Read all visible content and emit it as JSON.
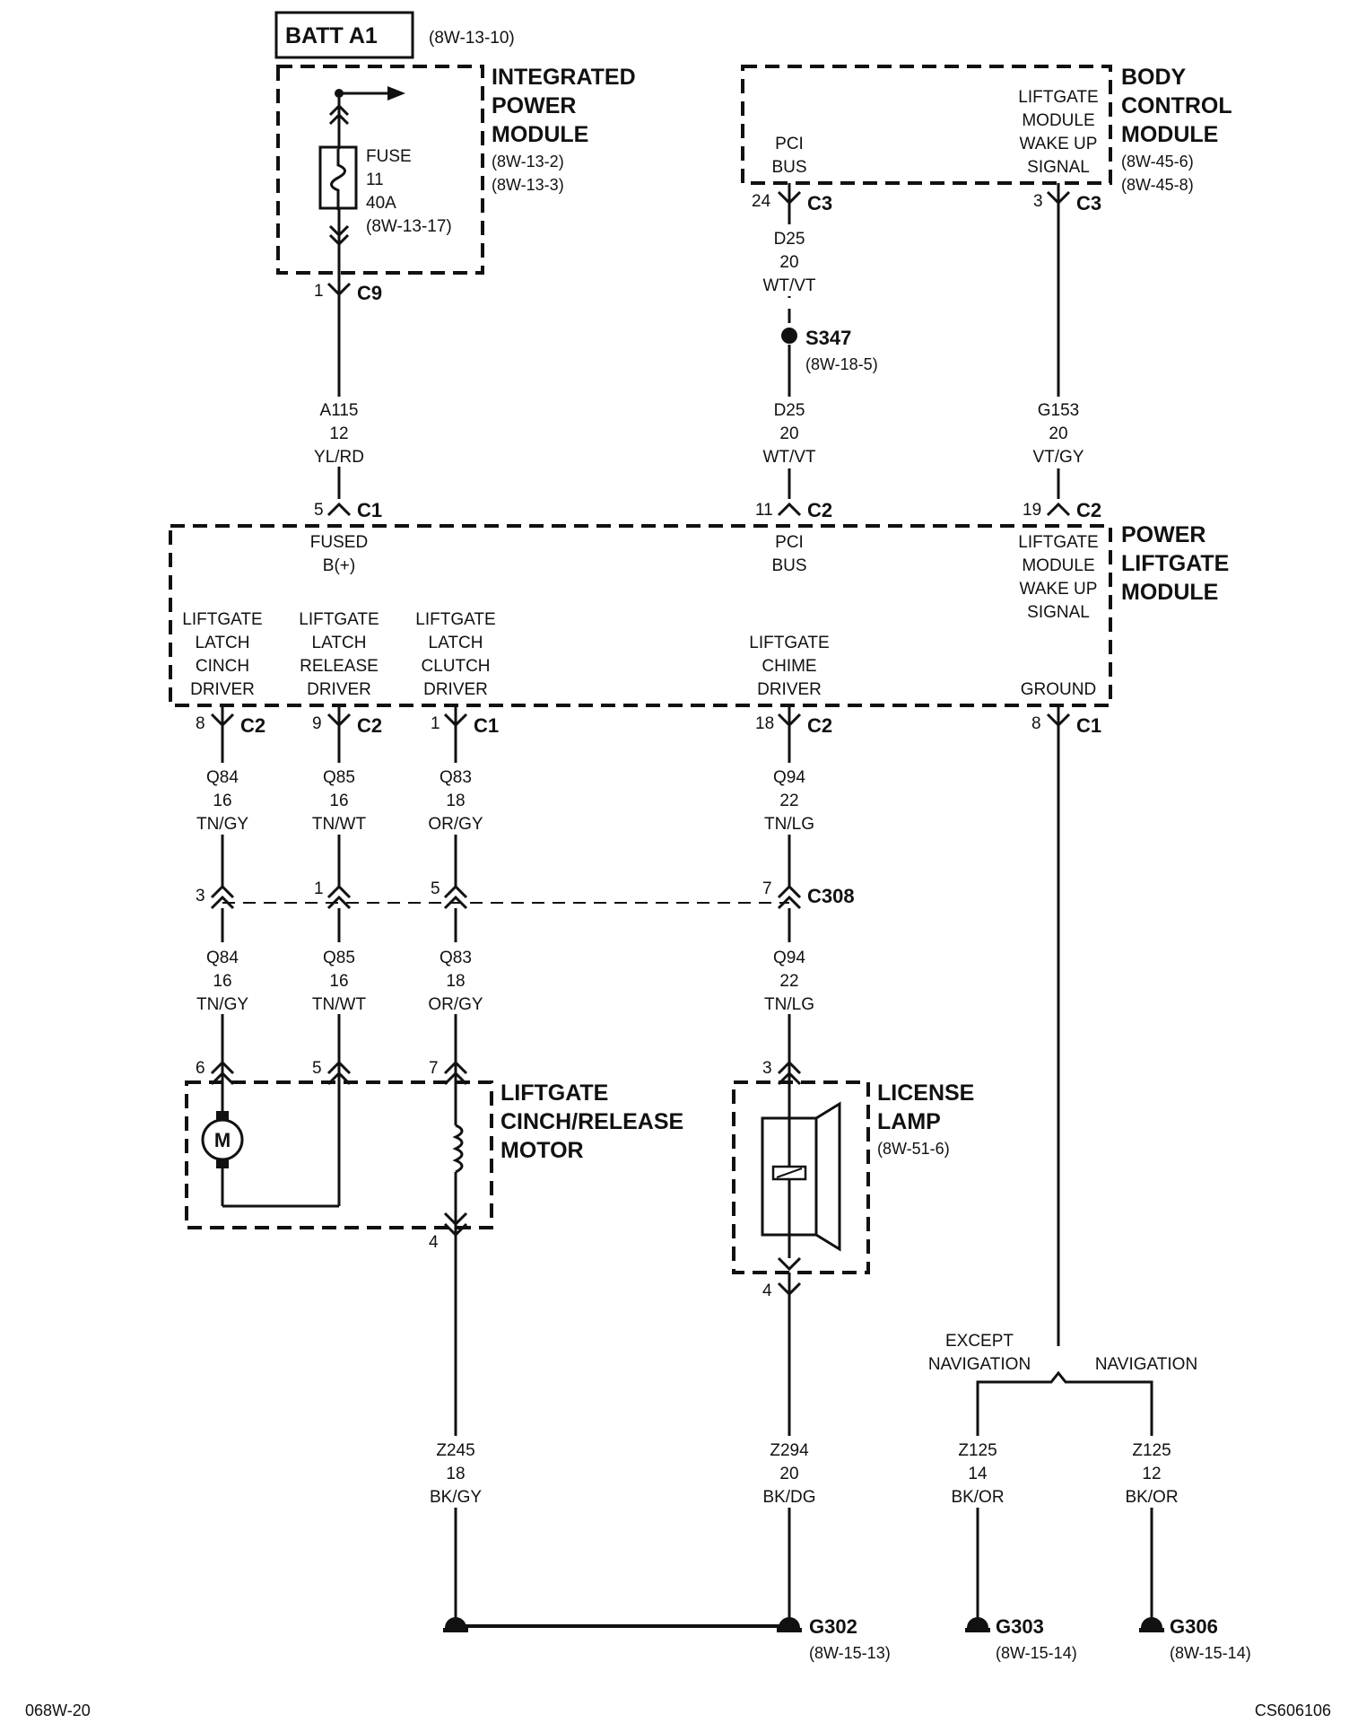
{
  "batt": {
    "label": "BATT A1",
    "ref": "(8W-13-10)"
  },
  "ipm": {
    "name": [
      "INTEGRATED",
      "POWER",
      "MODULE"
    ],
    "refs": [
      "(8W-13-2)",
      "(8W-13-3)"
    ],
    "fuse": [
      "FUSE",
      "11",
      "40A",
      "(8W-13-17)"
    ],
    "conn": {
      "pin": "1",
      "name": "C9"
    }
  },
  "bcm": {
    "name": [
      "BODY",
      "CONTROL",
      "MODULE"
    ],
    "refs": [
      "(8W-45-6)",
      "(8W-45-8)"
    ],
    "pci": [
      "PCI",
      "BUS"
    ],
    "wake": [
      "LIFTGATE",
      "MODULE",
      "WAKE UP",
      "SIGNAL"
    ],
    "conn_pci": {
      "pin": "24",
      "name": "C3"
    },
    "conn_wake": {
      "pin": "3",
      "name": "C3"
    }
  },
  "wires": {
    "a115": [
      "A115",
      "12",
      "YL/RD"
    ],
    "d25_top": [
      "D25",
      "20",
      "WT/VT"
    ],
    "d25_bot": [
      "D25",
      "20",
      "WT/VT"
    ],
    "g153": [
      "G153",
      "20",
      "VT/GY"
    ],
    "q84_top": [
      "Q84",
      "16",
      "TN/GY"
    ],
    "q85_top": [
      "Q85",
      "16",
      "TN/WT"
    ],
    "q83_top": [
      "Q83",
      "18",
      "OR/GY"
    ],
    "q94_top": [
      "Q94",
      "22",
      "TN/LG"
    ],
    "q84_bot": [
      "Q84",
      "16",
      "TN/GY"
    ],
    "q85_bot": [
      "Q85",
      "16",
      "TN/WT"
    ],
    "q83_bot": [
      "Q83",
      "18",
      "OR/GY"
    ],
    "q94_bot": [
      "Q94",
      "22",
      "TN/LG"
    ],
    "z245": [
      "Z245",
      "18",
      "BK/GY"
    ],
    "z294": [
      "Z294",
      "20",
      "BK/DG"
    ],
    "z125a": [
      "Z125",
      "14",
      "BK/OR"
    ],
    "z125b": [
      "Z125",
      "12",
      "BK/OR"
    ]
  },
  "splice": {
    "name": "S347",
    "ref": "(8W-18-5)"
  },
  "plm": {
    "name": [
      "POWER",
      "LIFTGATE",
      "MODULE"
    ],
    "fused": [
      "FUSED",
      "B(+)"
    ],
    "pci": [
      "PCI",
      "BUS"
    ],
    "wake": [
      "LIFTGATE",
      "MODULE",
      "WAKE UP",
      "SIGNAL"
    ],
    "cinch": [
      "LIFTGATE",
      "LATCH",
      "CINCH",
      "DRIVER"
    ],
    "release": [
      "LIFTGATE",
      "LATCH",
      "RELEASE",
      "DRIVER"
    ],
    "clutch": [
      "LIFTGATE",
      "LATCH",
      "CLUTCH",
      "DRIVER"
    ],
    "chime": [
      "LIFTGATE",
      "CHIME",
      "DRIVER"
    ],
    "ground": "GROUND",
    "conn_a115": {
      "pin": "5",
      "name": "C1"
    },
    "conn_pci": {
      "pin": "11",
      "name": "C2"
    },
    "conn_wake": {
      "pin": "19",
      "name": "C2"
    },
    "conn_cinch": {
      "pin": "8",
      "name": "C2"
    },
    "conn_release": {
      "pin": "9",
      "name": "C2"
    },
    "conn_clutch": {
      "pin": "1",
      "name": "C1"
    },
    "conn_chime": {
      "pin": "18",
      "name": "C2"
    },
    "conn_ground": {
      "pin": "8",
      "name": "C1"
    }
  },
  "c308": {
    "name": "C308",
    "pins": [
      "3",
      "1",
      "5",
      "7"
    ]
  },
  "motor": {
    "name": [
      "LIFTGATE",
      "CINCH/RELEASE",
      "MOTOR"
    ],
    "pins": [
      "6",
      "5",
      "7",
      "4"
    ],
    "symbol": "M"
  },
  "lamp": {
    "name": [
      "LICENSE",
      "LAMP"
    ],
    "ref": "(8W-51-6)",
    "pins": [
      "3",
      "4"
    ]
  },
  "options": {
    "except": [
      "EXCEPT",
      "NAVIGATION"
    ],
    "nav": "NAVIGATION"
  },
  "grounds": {
    "g302": {
      "name": "G302",
      "ref": "(8W-15-13)"
    },
    "g303": {
      "name": "G303",
      "ref": "(8W-15-14)"
    },
    "g306": {
      "name": "G306",
      "ref": "(8W-15-14)"
    }
  },
  "footer": {
    "left": "068W-20",
    "right": "CS606106"
  }
}
